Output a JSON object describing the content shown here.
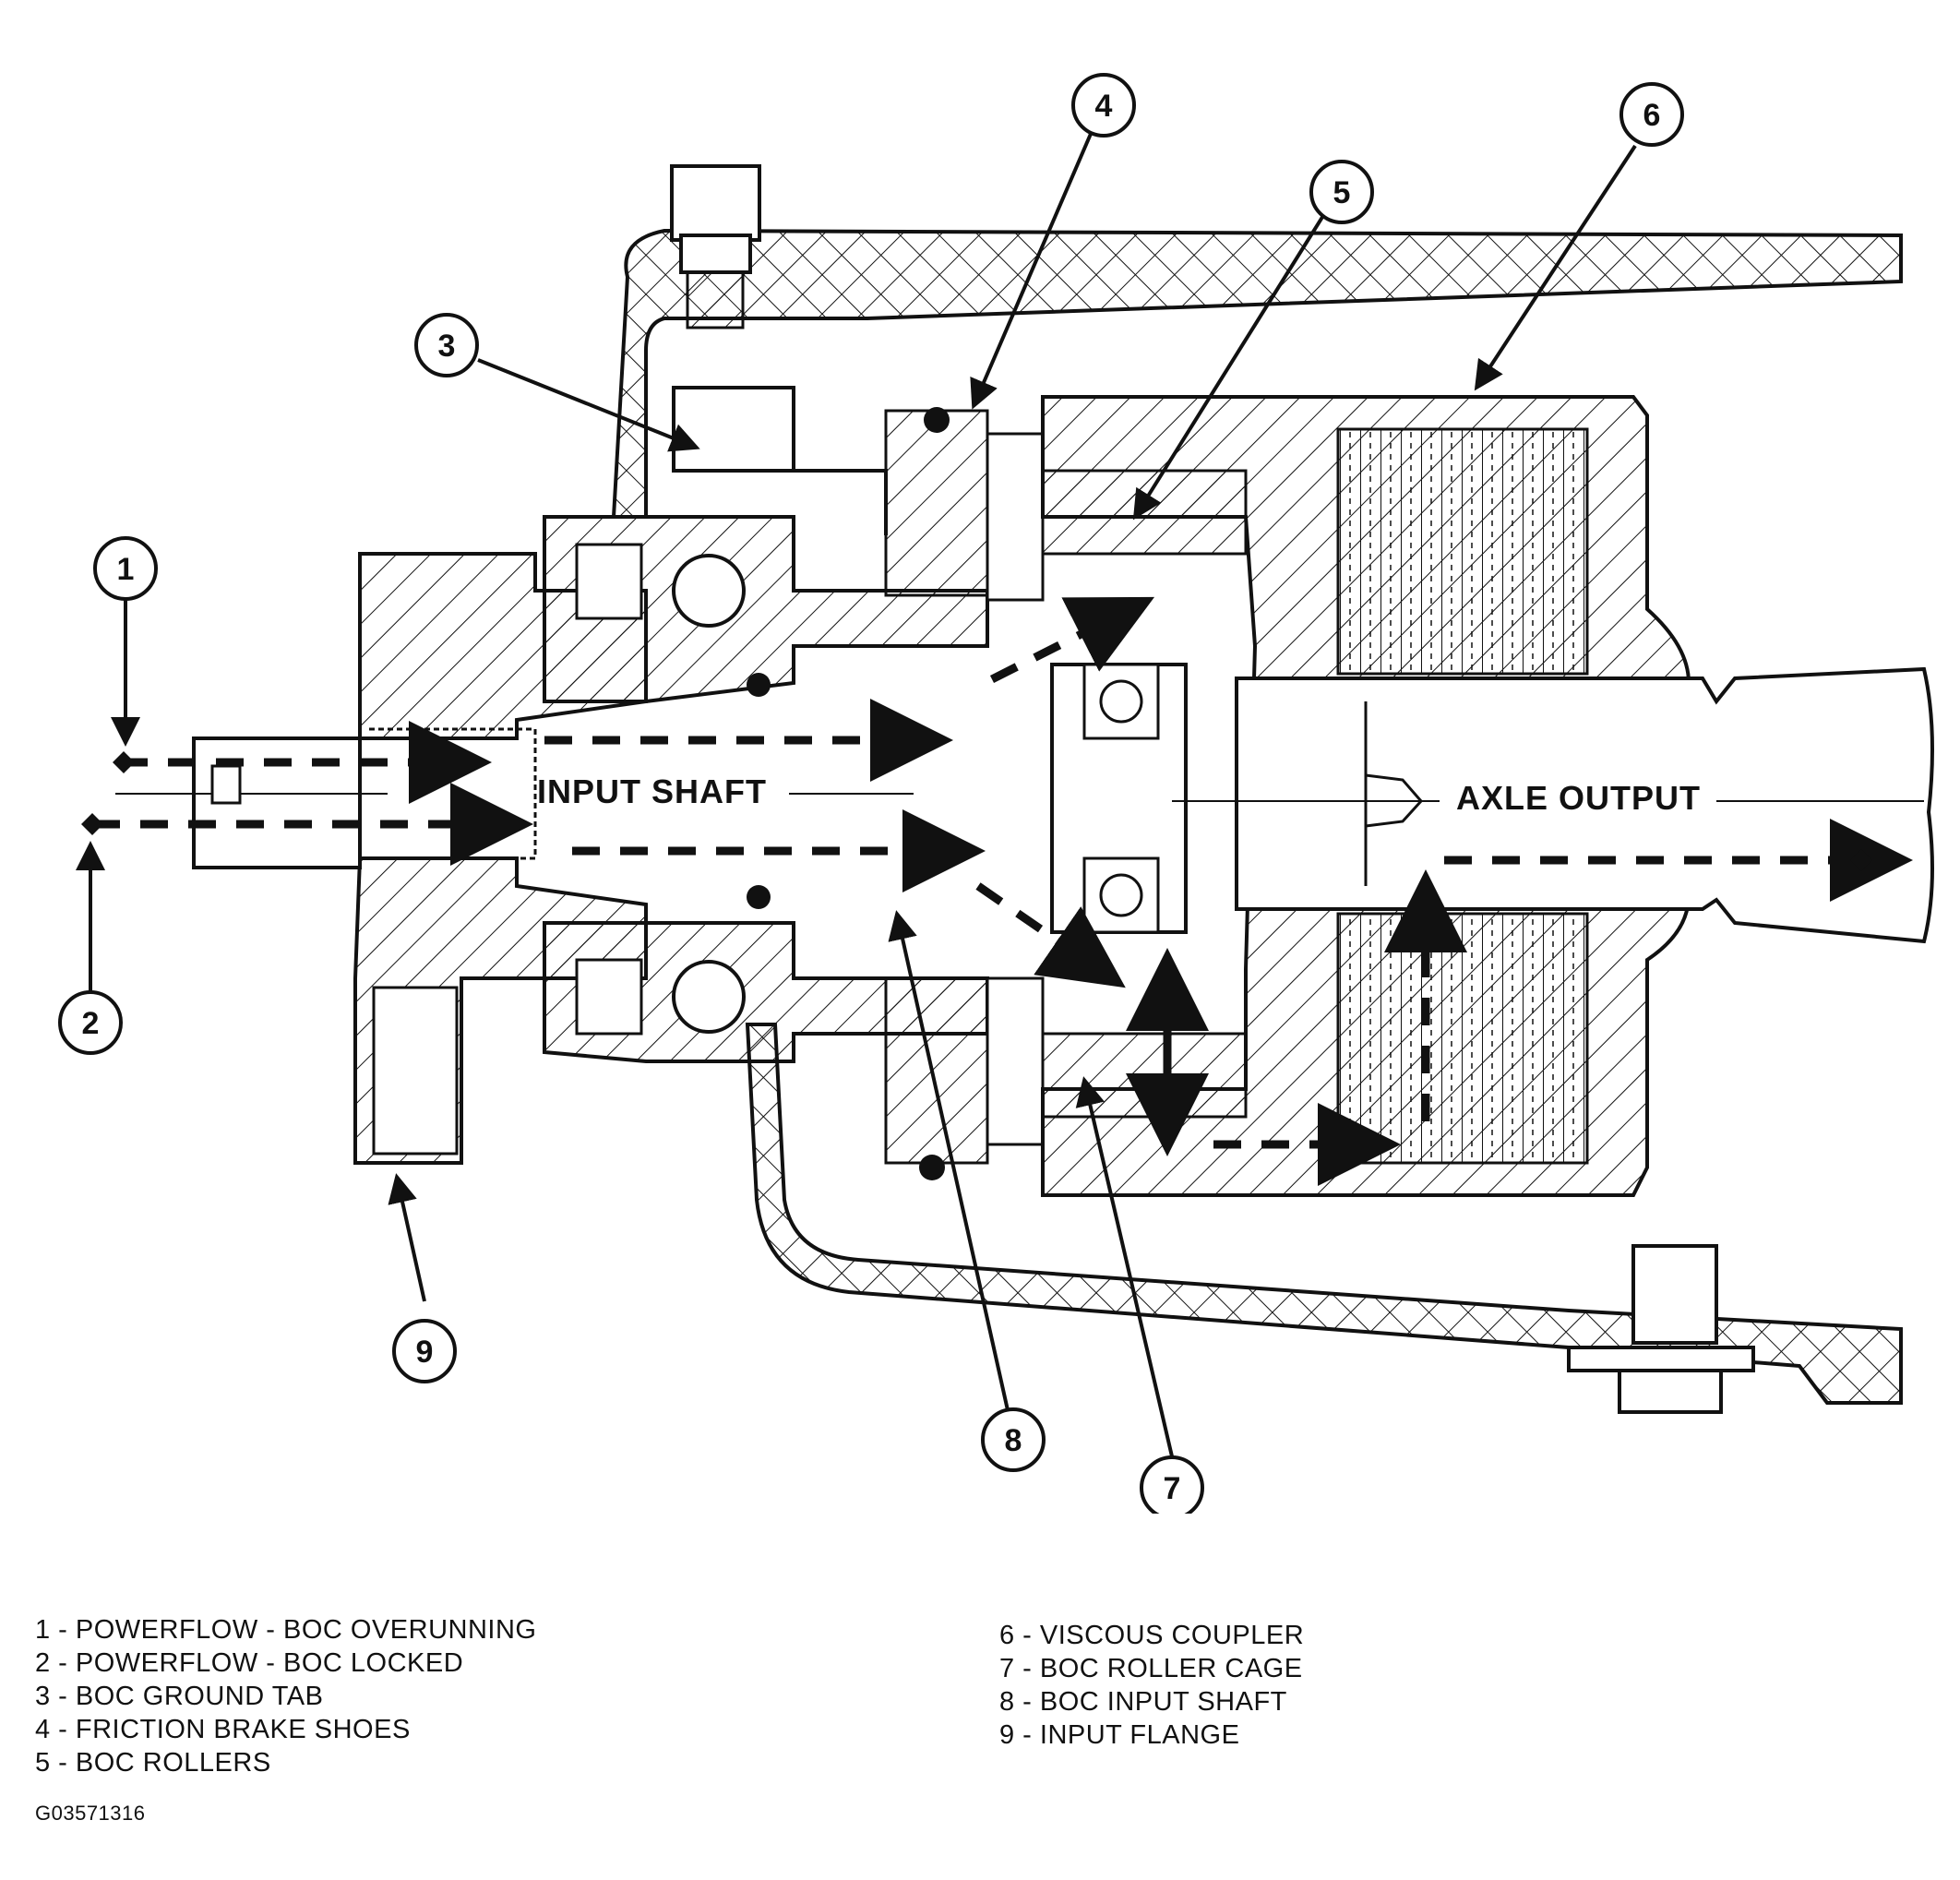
{
  "diagram": {
    "labels": {
      "input_shaft": "INPUT SHAFT",
      "axle_output": "AXLE OUTPUT"
    },
    "callouts": [
      "1",
      "2",
      "3",
      "4",
      "5",
      "6",
      "7",
      "8",
      "9"
    ]
  },
  "legend": {
    "left": [
      "1 - POWERFLOW - BOC OVERUNNING",
      "2 - POWERFLOW - BOC LOCKED",
      "3 - BOC GROUND TAB",
      "4 - FRICTION BRAKE SHOES",
      "5 - BOC ROLLERS"
    ],
    "right": [
      "6 - VISCOUS COUPLER",
      "7 - BOC ROLLER CAGE",
      "8 - BOC INPUT SHAFT",
      "9 - INPUT FLANGE"
    ]
  },
  "figure_id": "G03571316"
}
